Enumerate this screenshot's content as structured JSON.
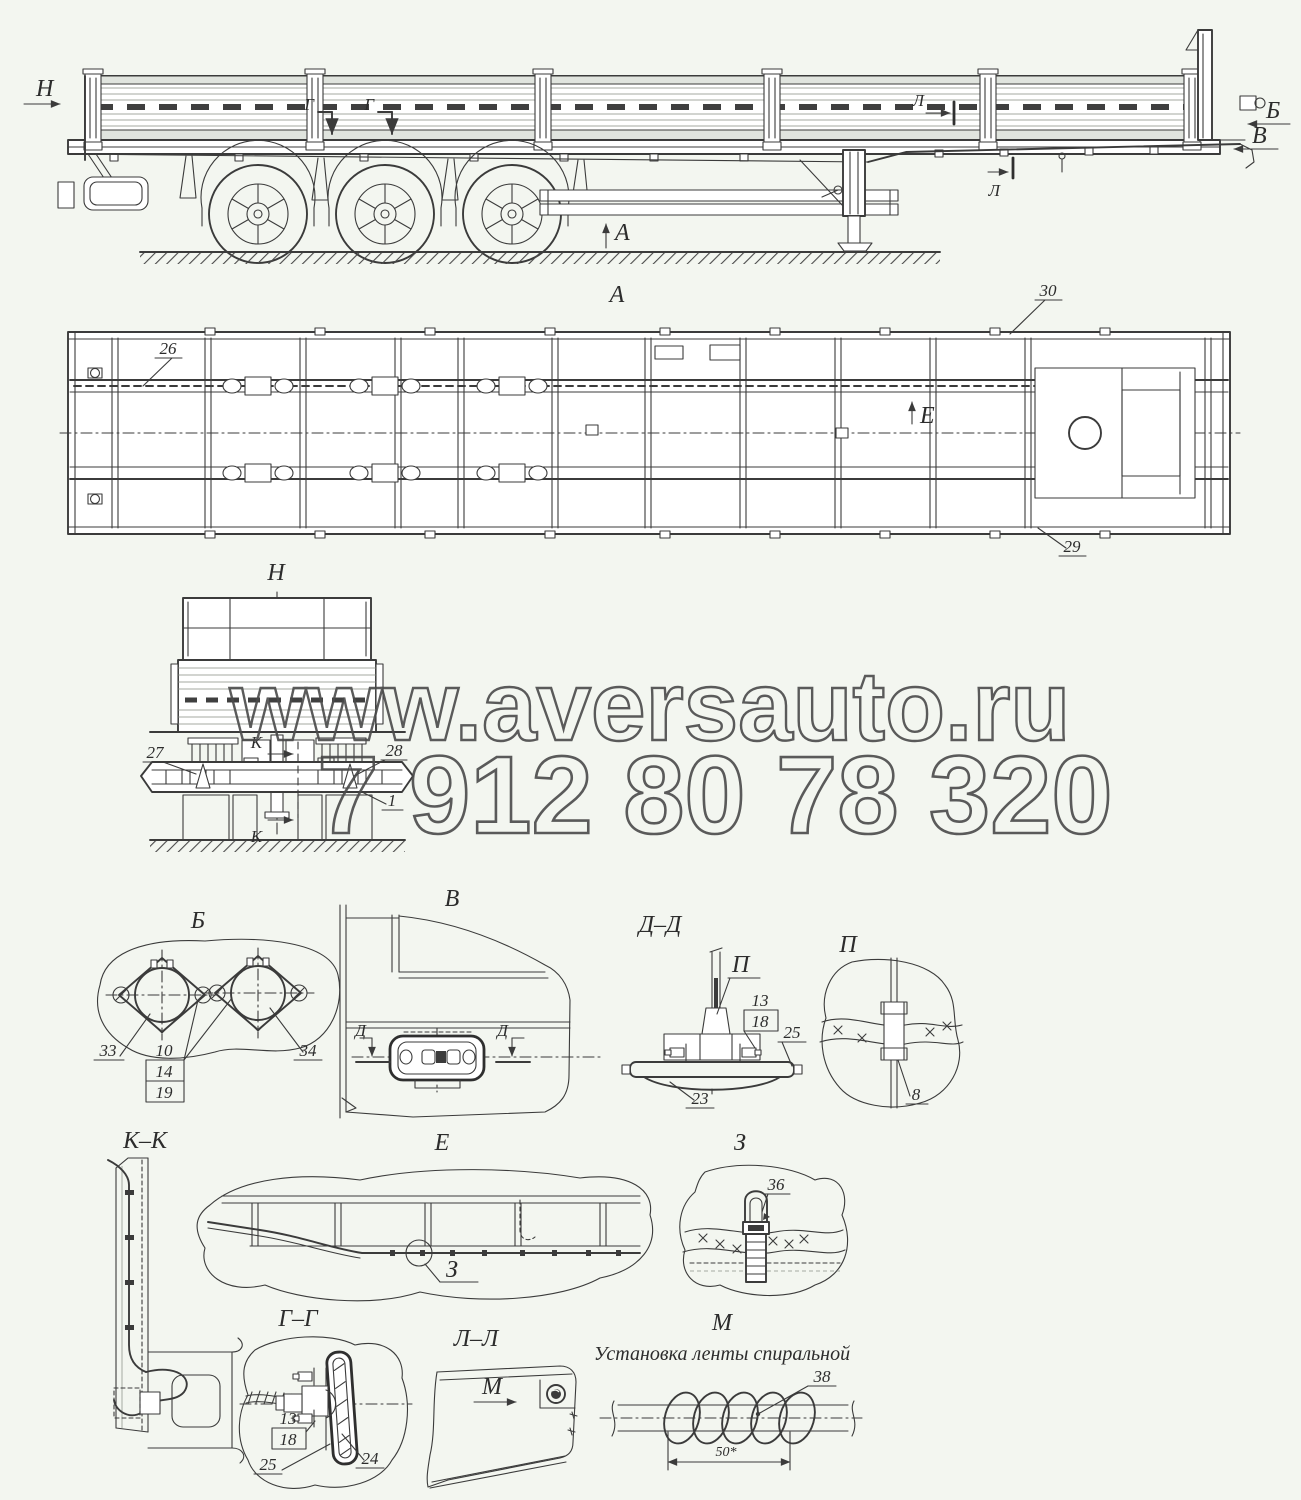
{
  "page": {
    "background": "#f3f6f0",
    "ink": "#3b3b3b"
  },
  "watermark": {
    "line1": "www.aversauto.ru",
    "line2": "7 912 80 78 320"
  },
  "side_view": {
    "view_n": "Н",
    "section_g_1": "Г",
    "section_g_2": "Г",
    "view_a": "А",
    "section_l_1": "Л",
    "section_l_2": "Л",
    "view_b": "Б",
    "view_v": "В"
  },
  "plan_view": {
    "title": "А",
    "callout_26": "26",
    "callout_30": "30",
    "callout_29": "29",
    "view_e": "Е"
  },
  "rear_view": {
    "title": "Н",
    "callout_27": "27",
    "callout_28": "28",
    "callout_1": "1",
    "section_k_1": "К",
    "section_k_2": "К"
  },
  "detail_b": {
    "title": "Б",
    "callout_33": "33",
    "callout_10": "10",
    "callout_14": "14",
    "callout_19": "19",
    "callout_34": "34"
  },
  "detail_v": {
    "title": "В",
    "section_d_1": "Д",
    "section_d_2": "Д"
  },
  "detail_dd": {
    "title": "Д–Д",
    "callout_p": "П",
    "callout_13": "13",
    "callout_18": "18",
    "callout_25": "25",
    "callout_23": "23"
  },
  "detail_p": {
    "title": "П",
    "callout_8": "8"
  },
  "detail_kk": {
    "title": "К–К"
  },
  "detail_e": {
    "title": "Е",
    "callout_z": "З"
  },
  "detail_z": {
    "title": "З",
    "callout_36": "36"
  },
  "detail_gg": {
    "title": "Г–Г",
    "callout_13": "13",
    "callout_18": "18",
    "callout_25": "25",
    "callout_24": "24"
  },
  "detail_ll": {
    "title": "Л–Л",
    "view_m": "М"
  },
  "detail_m": {
    "title": "М",
    "subtitle": "Установка ленты спиральной",
    "callout_38": "38",
    "dimension": "50*"
  }
}
